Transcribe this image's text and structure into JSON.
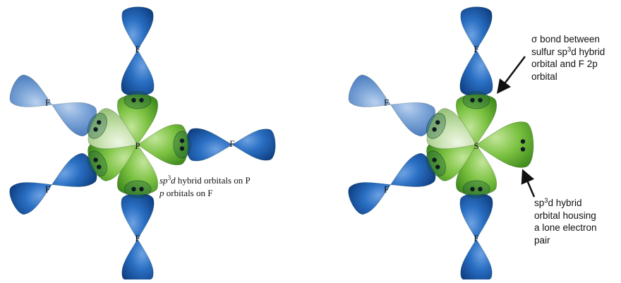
{
  "left_molecule": {
    "central_atom": "P",
    "ligand_label": "F",
    "legend": {
      "line1": {
        "a": "sp",
        "sup": "3",
        "b": "d",
        "rest": " hybrid orbitals on P"
      },
      "line2": {
        "a": "p",
        "rest": " orbitals on F"
      }
    }
  },
  "right_molecule": {
    "central_atom": "S",
    "ligand_label": "F",
    "annotation_sigma": {
      "line1": "σ bond between",
      "line2_a": "sulfur sp",
      "line2_sup": "3",
      "line2_b": "d hybrid",
      "line3": "orbital and F 2p",
      "line4": "orbital"
    },
    "annotation_lone_pair": {
      "line1_a": "sp",
      "line1_sup": "3",
      "line1_b": "d hybrid",
      "line2": "orbital housing",
      "line3": "a lone electron",
      "line4": "pair"
    }
  },
  "colors": {
    "hybrid_green": "#7cc242",
    "p_orbital_blue": "#1d64b7",
    "pale_green": "#c6e1ad",
    "pale_blue": "#8fb3df",
    "electron_dot": "#0d1a22"
  }
}
